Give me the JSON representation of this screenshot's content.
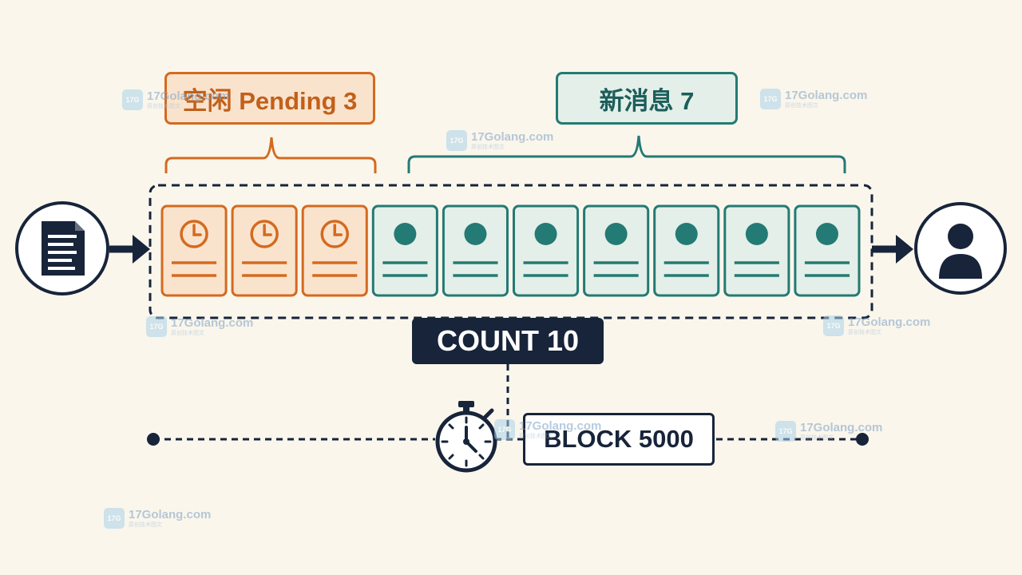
{
  "labels": {
    "pending": "空闲 Pending 3",
    "new_messages": "新消息  7",
    "count": "COUNT 10",
    "block": "BLOCK 5000"
  },
  "slots": {
    "pending_count": 3,
    "new_count": 7
  },
  "icons": {
    "source": "document-icon",
    "consumer": "user-icon",
    "pending_slot": "clock-icon",
    "new_slot": "dot-icon",
    "timer": "stopwatch-icon"
  },
  "colors": {
    "pending_stroke": "#d46a1f",
    "pending_fill": "#fae3cd",
    "new_stroke": "#247a74",
    "new_fill": "#e3efe8",
    "dark": "#17243a",
    "background": "#faf6ec"
  },
  "watermark": {
    "text": "17Golang.com",
    "subtext": "原创技术图文",
    "badge": "17G"
  }
}
